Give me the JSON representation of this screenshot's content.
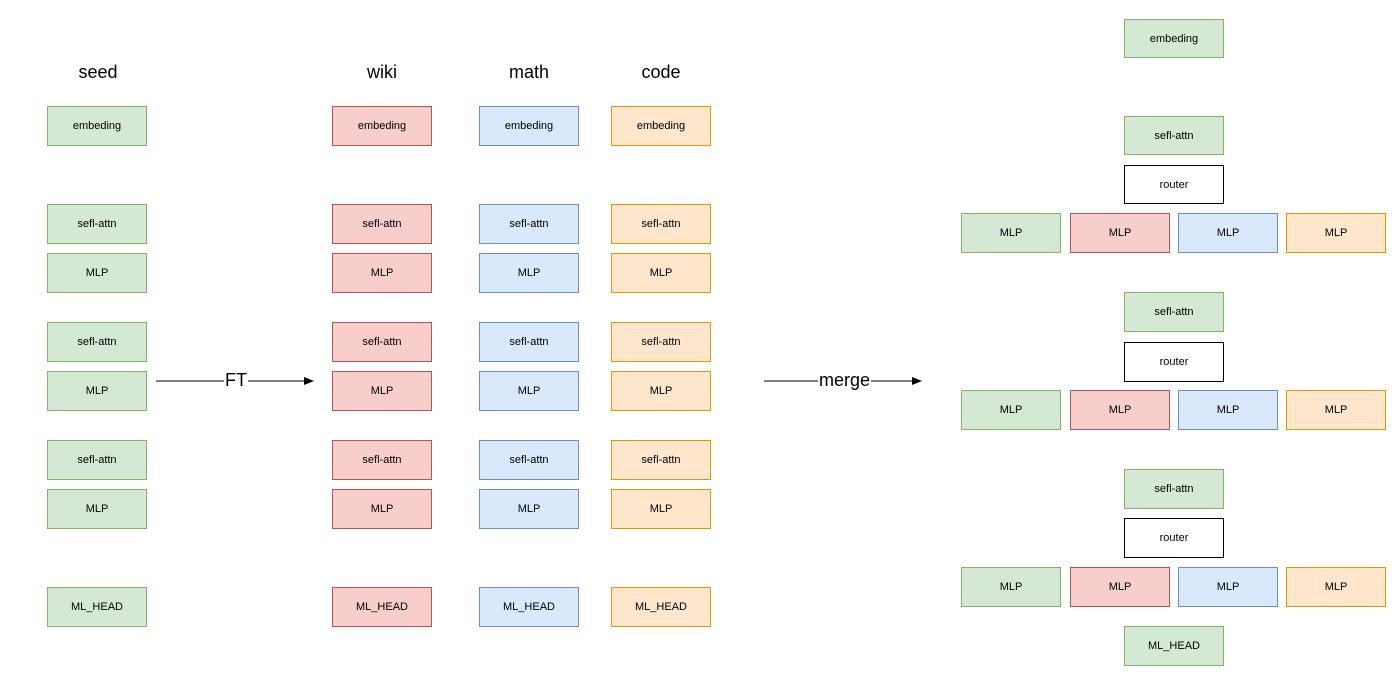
{
  "columns": {
    "seed": "seed",
    "wiki": "wiki",
    "math": "math",
    "code": "code"
  },
  "blocks": {
    "embedding": "embeding",
    "self_attn": "sefl-attn",
    "mlp": "MLP",
    "head": "ML_HEAD",
    "router": "router"
  },
  "arrows": {
    "ft": "FT",
    "merge": "merge"
  },
  "colors": {
    "seed_fill": "#d5e8d4",
    "seed_stroke": "#82b366",
    "wiki_fill": "#f8cecc",
    "wiki_stroke": "#b85450",
    "math_fill": "#dae8fc",
    "math_stroke": "#6c8ebf",
    "code_fill": "#ffe6cc",
    "code_stroke": "#d79b00"
  }
}
